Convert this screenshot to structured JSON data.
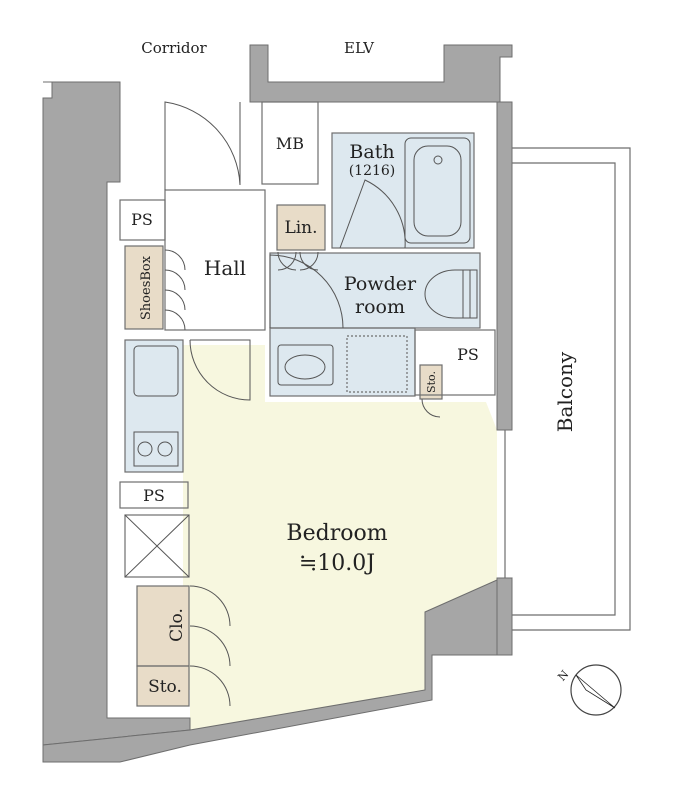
{
  "labels": {
    "corridor": "Corridor",
    "elv": "ELV",
    "mb": "MB",
    "ps_top": "PS",
    "ps_mid": "PS",
    "ps_right": "PS",
    "bath": "Bath",
    "bath_size": "(1216)",
    "linen": "Lin.",
    "hall": "Hall",
    "shoes_box": "ShoesBox",
    "powder_room_1": "Powder",
    "powder_room_2": "room",
    "storage_small": "Sto.",
    "balcony": "Balcony",
    "bedroom": "Bedroom",
    "bedroom_size": "≒10.0J",
    "closet": "Clo.",
    "storage": "Sto.",
    "compass_n": "N"
  },
  "colors": {
    "wall": "#a6a6a6",
    "bedroom_floor": "#f7f7df",
    "wet_area": "#dde8ef",
    "storage_fill": "#e8dcc8",
    "outline": "#6e6e6e"
  }
}
